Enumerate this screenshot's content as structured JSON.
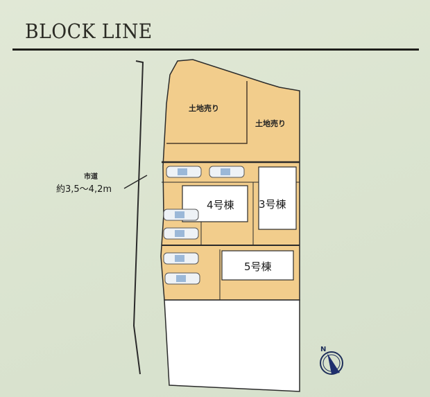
{
  "header": {
    "title": "BLOCK LINE"
  },
  "plan": {
    "lots": [
      {
        "label": "土地売り"
      },
      {
        "label": "土地売り"
      }
    ],
    "buildings": [
      {
        "label": "4号棟"
      },
      {
        "label": "3号棟"
      },
      {
        "label": "5号棟"
      }
    ],
    "road": {
      "name": "市道",
      "width": "約3,5〜4,2m"
    },
    "compass": {
      "label": "N"
    },
    "colors": {
      "land": "#f2cd8c",
      "ground": "#dfe6d3",
      "building": "#ffffff",
      "line": "#2a2a2a"
    }
  }
}
